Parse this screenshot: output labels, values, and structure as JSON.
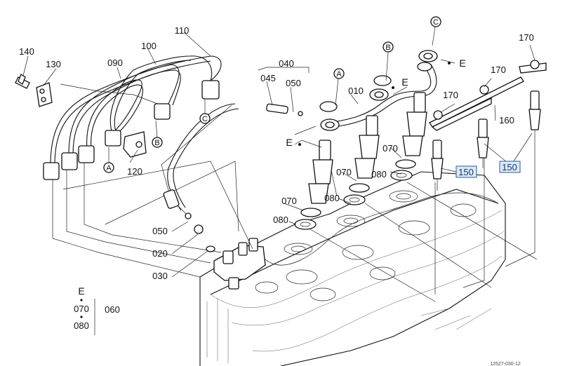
{
  "parts": {
    "p010": "010",
    "p020": "020",
    "p030": "030",
    "p040": "040",
    "p045": "045",
    "p050a": "050",
    "p050b": "050",
    "p060": "060",
    "p070a": "070",
    "p070b": "070",
    "p070c": "070",
    "p070d": "070",
    "p080a": "080",
    "p080b": "080",
    "p080c": "080",
    "p080d": "080",
    "p090": "090",
    "p100": "100",
    "p110": "110",
    "p120": "120",
    "p130": "130",
    "p140": "140",
    "p150a": "150",
    "p150b": "150",
    "p160": "160",
    "p170a": "170",
    "p170b": "170",
    "p170c": "170"
  },
  "markers": {
    "a1": "A",
    "a2": "A",
    "b1": "B",
    "b2": "B",
    "c1": "C",
    "c2": "C",
    "e1": "E",
    "e2": "E",
    "e3": "E",
    "e4": "E"
  },
  "footnote": "12527-030-12",
  "highlight_color": "#dbe9f7"
}
